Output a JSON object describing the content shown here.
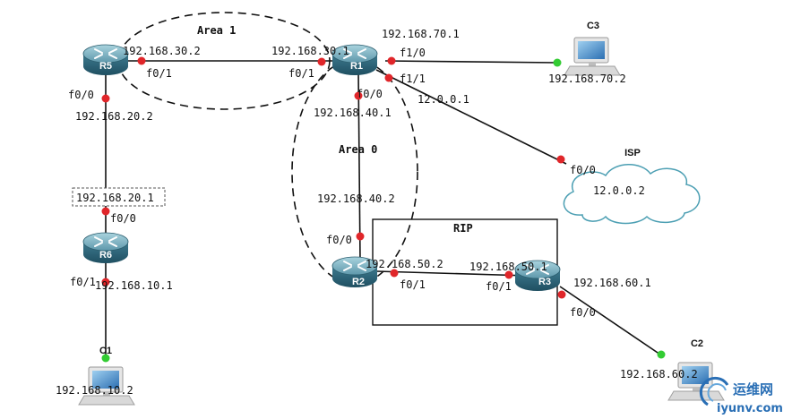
{
  "areas": {
    "area1": "Area  1",
    "area0": "Area 0",
    "rip": "RIP"
  },
  "devices": {
    "r1": "R1",
    "r2": "R2",
    "r3": "R3",
    "r5": "R5",
    "r6": "R6",
    "c1": "C1",
    "c2": "C2",
    "c3": "C3",
    "isp": "ISP"
  },
  "labels": {
    "r5_ip_30_2": "192.168.30.2",
    "r5_f01": "f0/1",
    "r1_ip_30_1": "192.168.30.1",
    "r1_f01": "f0/1",
    "r1_ip_70_1": "192.168.70.1",
    "r1_f10": "f1/0",
    "r1_f11": "f1/1",
    "r1_f00": "f0/0",
    "r1_ip_40_1": "192.168.40.1",
    "r1_ip_12": "12.0.0.1",
    "c3_ip": "192.168.70.2",
    "r5_f00": "f0/0",
    "r5_ip_20_2": "192.168.20.2",
    "r6_ip_20_1": "192.168.20.1",
    "r6_f00": "f0/0",
    "r6_f01": "f0/1",
    "r6_ip_10_1": "192.168.10.1",
    "c1_ip": "192.168.10.2",
    "r2_ip_40_2": "192.168.40.2",
    "r2_f00": "f0/0",
    "r2_ip_50_2": "192.168.50.2",
    "r2_f01": "f0/1",
    "r3_ip_50_1": "192.168.50.1",
    "r3_f01": "f0/1",
    "r3_ip_60_1": "192.168.60.1",
    "r3_f00": "f0/0",
    "c2_ip": "192.168.60.2",
    "isp_f00": "f0/0",
    "isp_ip": "12.0.0.2"
  },
  "watermark": {
    "cn": "运维网",
    "url": "iyunv.com"
  },
  "colors": {
    "port_up": "#e0262a",
    "port_host": "#33cc33",
    "router_body": "#3f7d94",
    "router_top": "#7fb5c6"
  }
}
